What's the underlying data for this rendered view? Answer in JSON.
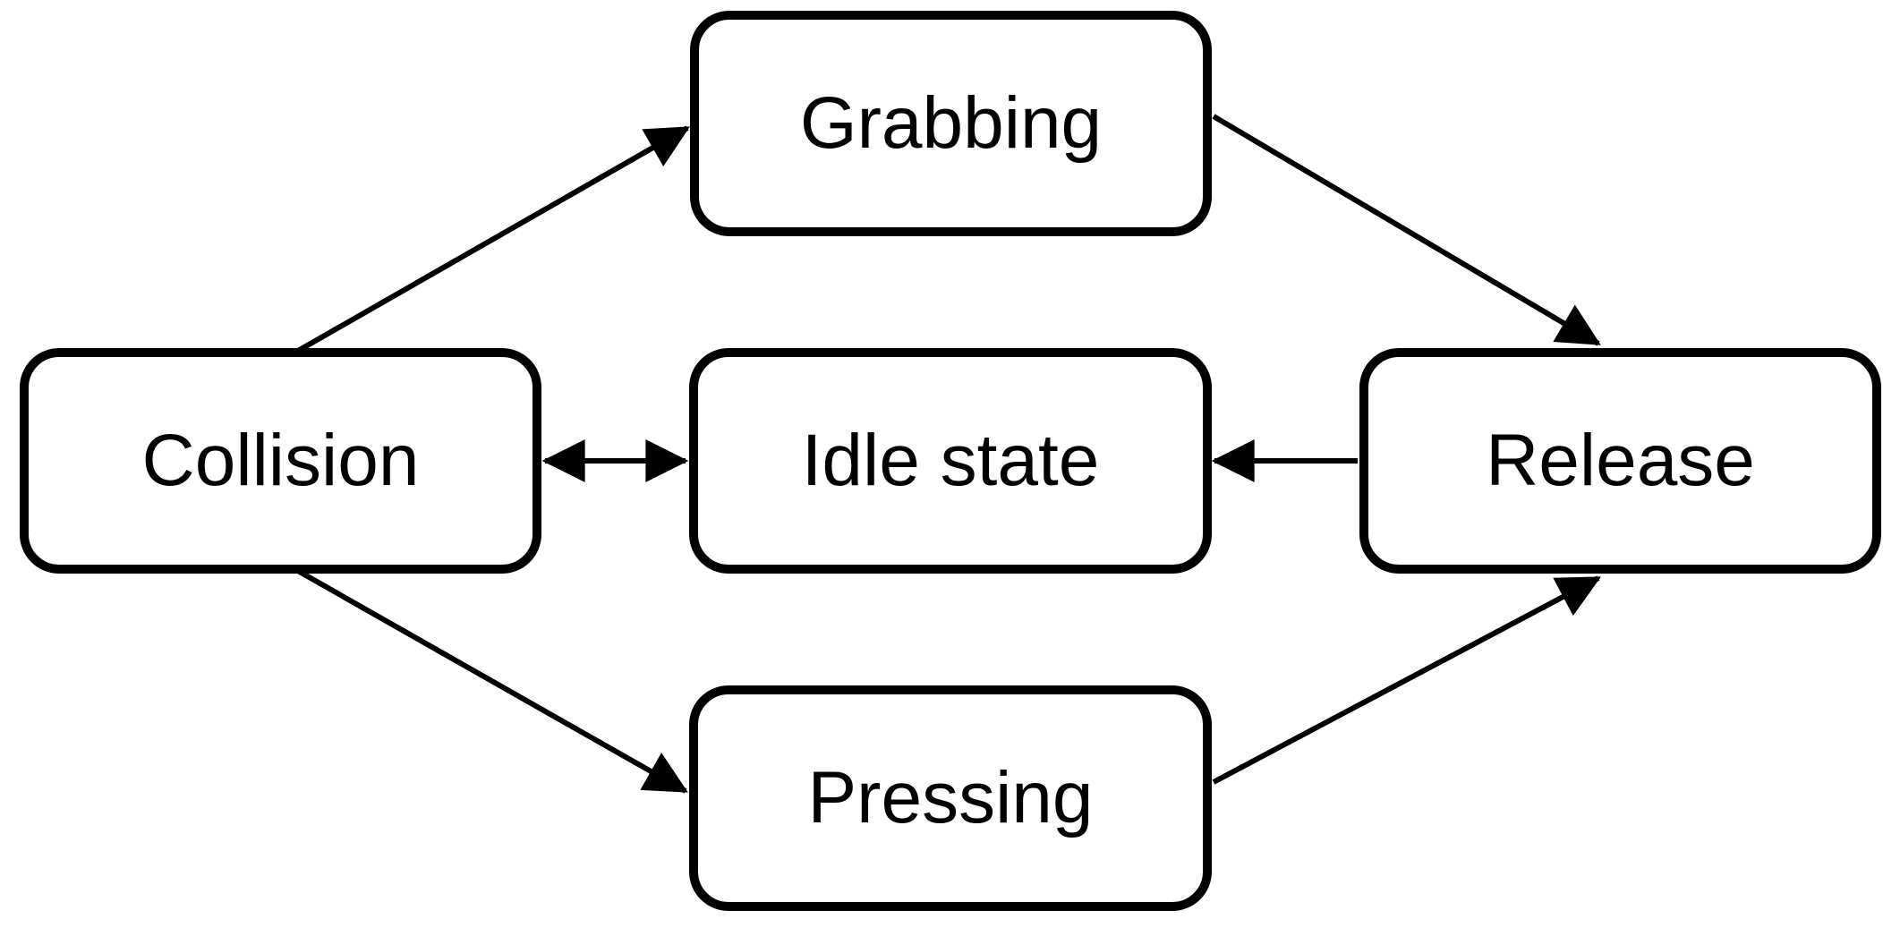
{
  "diagram": {
    "type": "state-machine-flowchart",
    "background_color": "#ffffff",
    "node_fill_color": "#ffffff",
    "node_border_color": "#000000",
    "edge_color": "#000000",
    "nodes": {
      "collision": {
        "label": "Collision"
      },
      "grabbing": {
        "label": "Grabbing"
      },
      "idle": {
        "label": "Idle state"
      },
      "pressing": {
        "label": "Pressing"
      },
      "release": {
        "label": "Release"
      }
    },
    "edges": [
      {
        "from": "Collision",
        "to": "Grabbing",
        "direction": "one-way"
      },
      {
        "from": "Grabbing",
        "to": "Release",
        "direction": "one-way"
      },
      {
        "from": "Collision",
        "to": "Idle state",
        "direction": "two-way"
      },
      {
        "from": "Release",
        "to": "Idle state",
        "direction": "one-way"
      },
      {
        "from": "Collision",
        "to": "Pressing",
        "direction": "one-way"
      },
      {
        "from": "Pressing",
        "to": "Release",
        "direction": "one-way"
      }
    ]
  }
}
